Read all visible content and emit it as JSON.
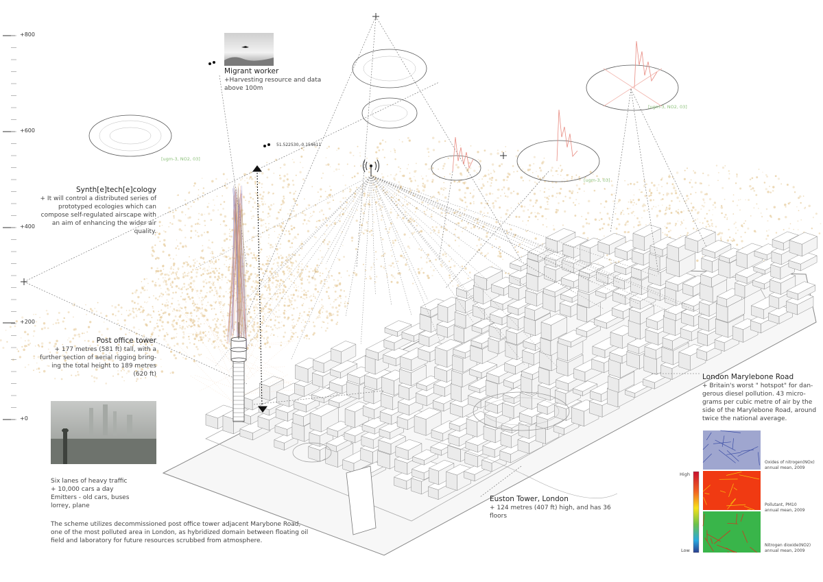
{
  "scale": {
    "labels": [
      "+800",
      "+600",
      "+400",
      "+200",
      "+0"
    ]
  },
  "annotations": {
    "migrant": {
      "title": "Migrant worker",
      "body": [
        "+Harvesting resource and data",
        "above 100m"
      ]
    },
    "synth": {
      "title": "Synth[e]tech[e]cology",
      "body": [
        "+ It will control a distributed series of",
        "prototyped ecologies which can",
        "compose self-regulated airscape with",
        "an aim of enhancing the wider air",
        "quality."
      ]
    },
    "coords": "51.522530,-0.154611",
    "post_office": {
      "title": "Post office tower",
      "body": [
        "+ 177 metres (581 ft) tall, with a",
        "further section of aerial rigging bring-",
        "ing the total height to 189 metres",
        "(620 ft)"
      ]
    },
    "marylebone": {
      "title": "London Marylebone Road",
      "body": [
        "+ Britain's worst \" hotspot\" for dan-",
        "gerous diesel pollution.  43 micro-",
        "grams per cubic metre of air by the",
        "side of the Marylebone Road, around",
        "twice the national average."
      ]
    },
    "euston": {
      "title": "Euston Tower, London",
      "body": [
        "+ 124 metres (407 ft) high, and has 36",
        "floors"
      ]
    },
    "traffic": [
      "Six lanes of heavy traffic",
      "+ 10,000 cars a day",
      "Emitters - old cars, buses",
      "lorrey, plane"
    ],
    "scheme": [
      "The scheme utilizes decommissioned post office tower adjacent  Marybone Road,",
      "one of the most polluted area in London, as hybridized domain between floating oil",
      "field and laboratory for future resources scrubbed from atmosphere."
    ],
    "ugm": [
      "[ugm-3, NO2, 03]",
      "[ugm-3, NO2, 03]",
      "[ugm-3, 03]"
    ]
  },
  "legend": {
    "high": "High",
    "low": "Low",
    "maps": [
      {
        "name": "Oxides of nitrogen(NOx)",
        "note": "annual mean, 2009"
      },
      {
        "name": "Pollutant, PM10",
        "note": "annual mean, 2009"
      },
      {
        "name": "Nitrogen dioxide(NO2)",
        "note": "annual mean, 2009"
      }
    ]
  },
  "colors": {
    "particles": "#e8cfa3",
    "lines": "#555555",
    "spike": "#e88a80",
    "green_label": "#8cc07a"
  }
}
